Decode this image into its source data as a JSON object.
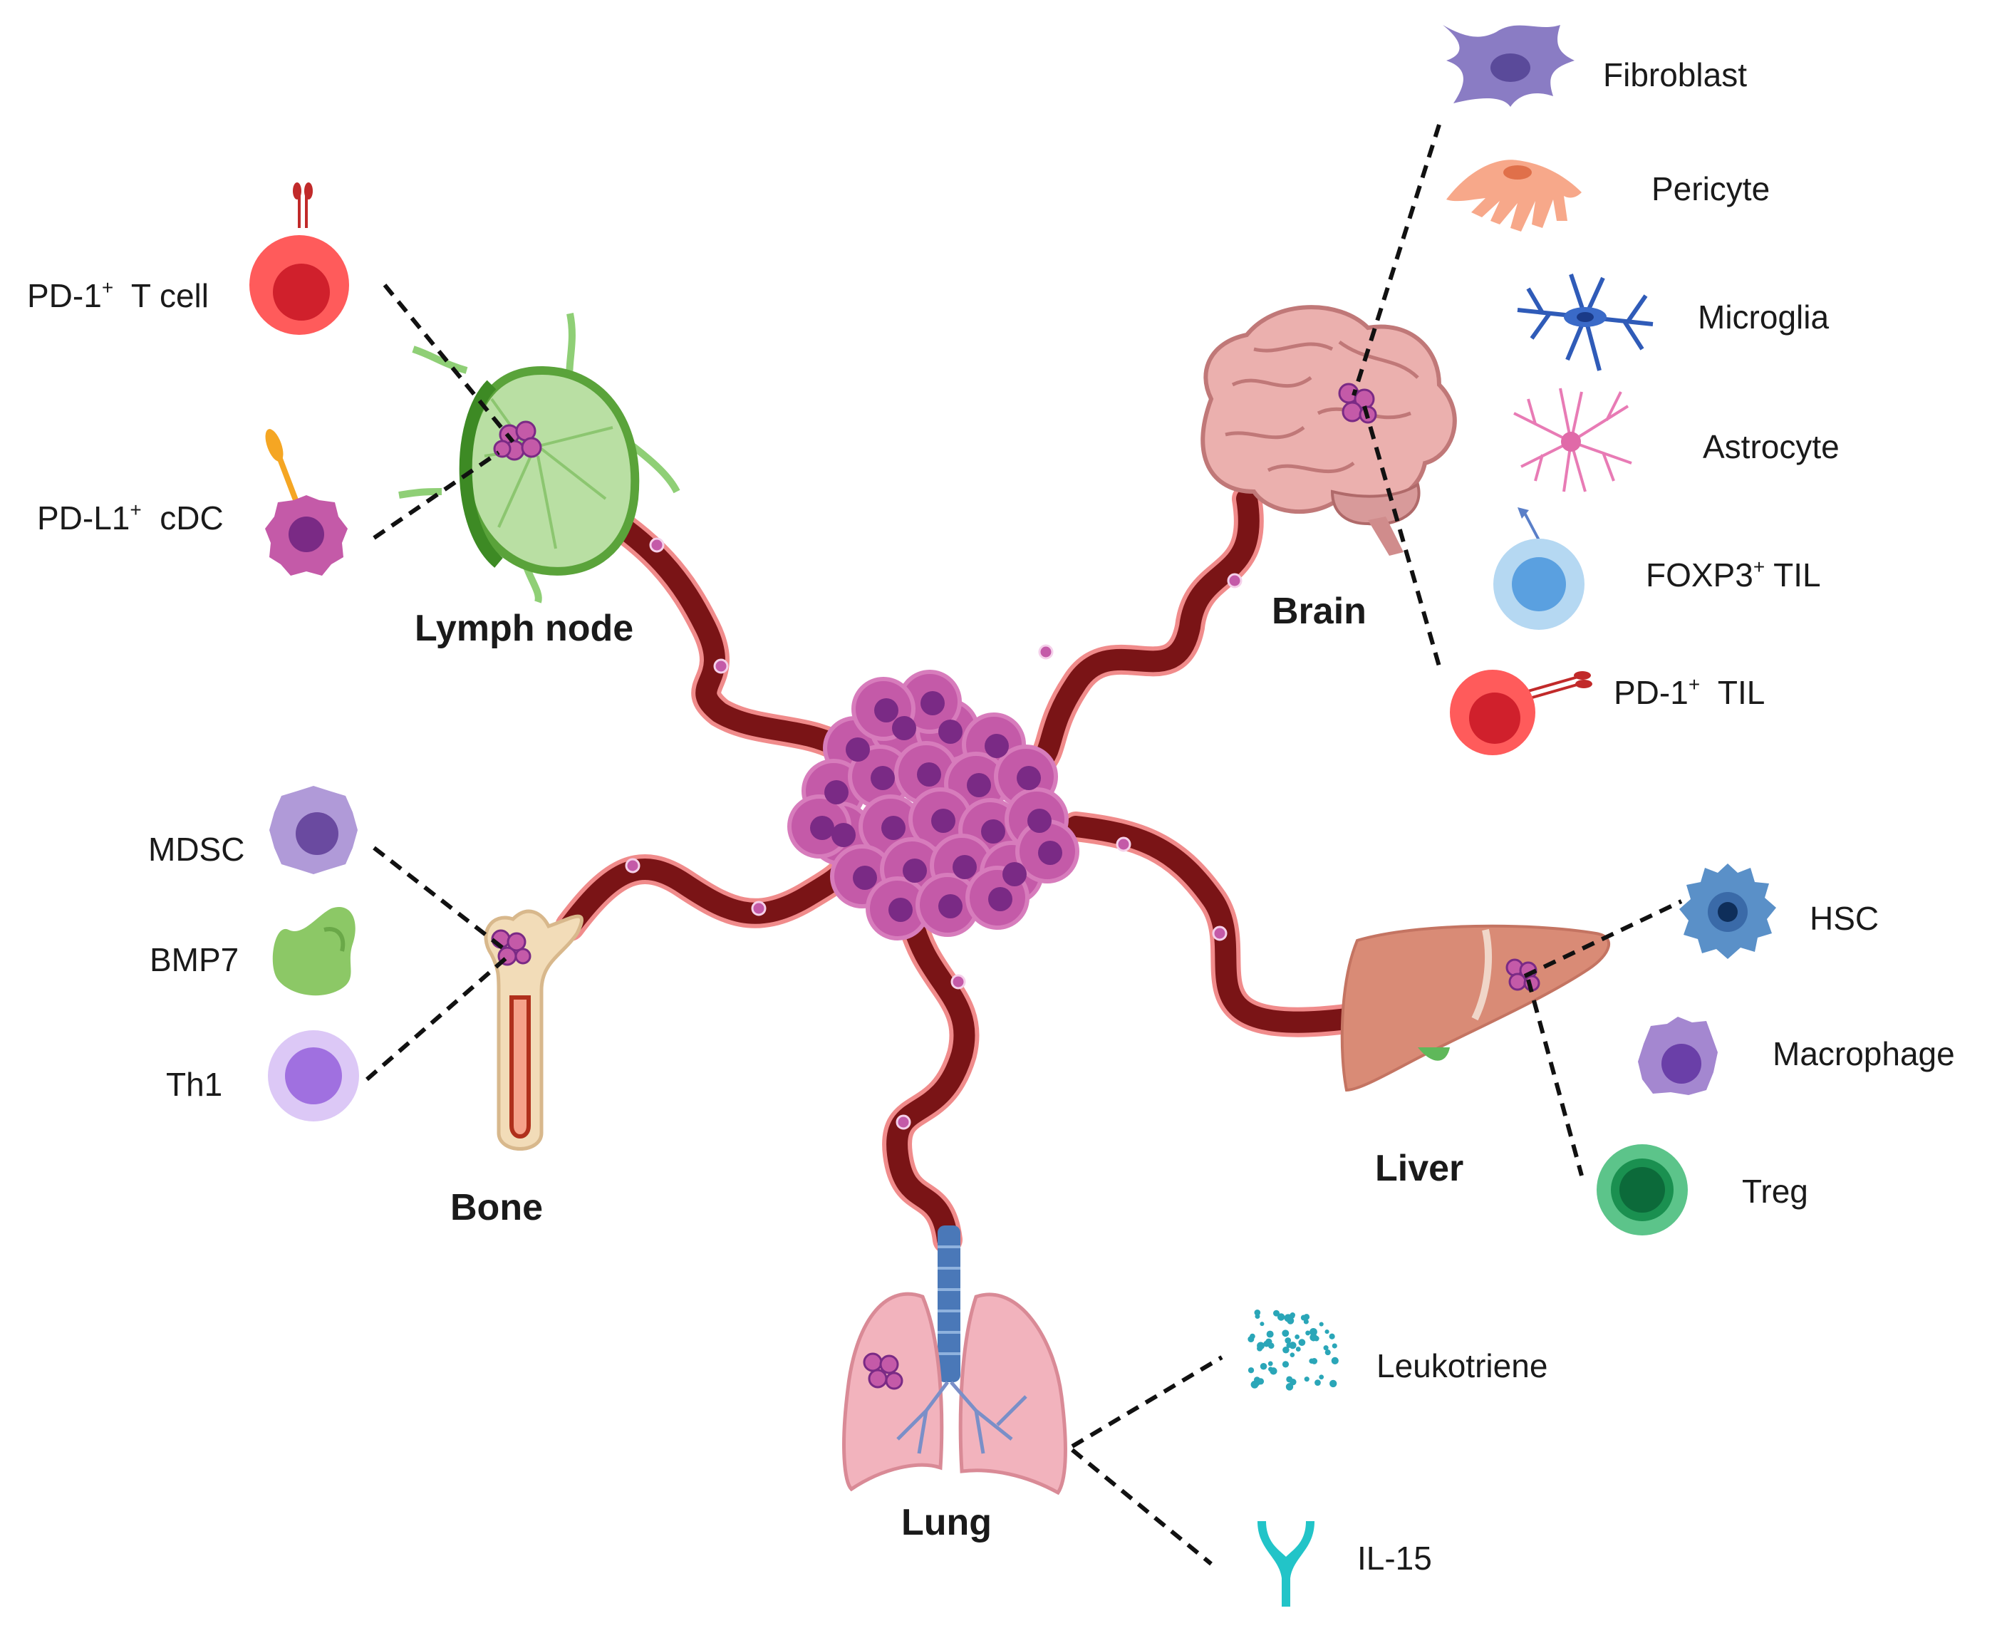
{
  "organs": {
    "lymph_node": "Lymph node",
    "brain": "Brain",
    "bone": "Bone",
    "liver": "Liver",
    "lung": "Lung"
  },
  "lymph_node_cells": {
    "pd1_t_cell": {
      "pre": "PD-1",
      "sup": "+",
      "post": "  T cell"
    },
    "pdl1_cdc": {
      "pre": "PD-L1",
      "sup": "+",
      "post": "  cDC"
    }
  },
  "brain_cells": {
    "fibroblast": "Fibroblast",
    "pericyte": "Pericyte",
    "microglia": "Microglia",
    "astrocyte": "Astrocyte",
    "foxp3_til": {
      "pre": "FOXP3",
      "sup": "+",
      "post": " TIL"
    },
    "pd1_til": {
      "pre": "PD-1",
      "sup": "+",
      "post": "  TIL"
    }
  },
  "bone_cells": {
    "mdsc": "MDSC",
    "bmp7": "BMP7",
    "th1": "Th1"
  },
  "liver_cells": {
    "hsc": "HSC",
    "macrophage": "Macrophage",
    "treg": "Treg"
  },
  "lung_factors": {
    "leukotriene": "Leukotriene",
    "il15": "IL-15"
  },
  "colors": {
    "vessel": "#7a1416",
    "vessel_edge": "#e88a8a",
    "tumor": "#c45aa8",
    "tumor_nucleus": "#7a2a85",
    "lymph_node": "#b9dfa3",
    "brain": "#e8a8a8",
    "liver": "#d98b76",
    "lung": "#f2b3bd",
    "trachea": "#4a78b8",
    "bone": "#f0d9b4"
  }
}
